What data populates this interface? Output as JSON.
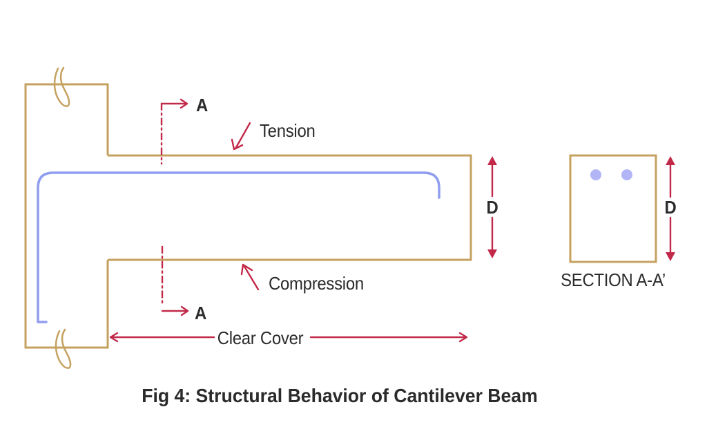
{
  "colors": {
    "structure": "#C5A15F",
    "annotation": "#C22848",
    "rebar": "#8F9DEF",
    "rebar_dot": "#B2B5F6",
    "text": "#2B2B2B",
    "background": "#FFFFFF"
  },
  "beam_diagram": {
    "tension_label": "Tension",
    "compression_label": "Compression",
    "clear_cover_label": "Clear Cover",
    "section_marker_top": "A",
    "section_marker_bottom": "A",
    "depth_label": "D"
  },
  "section_view": {
    "title": "SECTION A-A’",
    "depth_label": "D",
    "rebar_bar_count": 2
  },
  "caption": "Fig 4: Structural Behavior of Cantilever Beam"
}
